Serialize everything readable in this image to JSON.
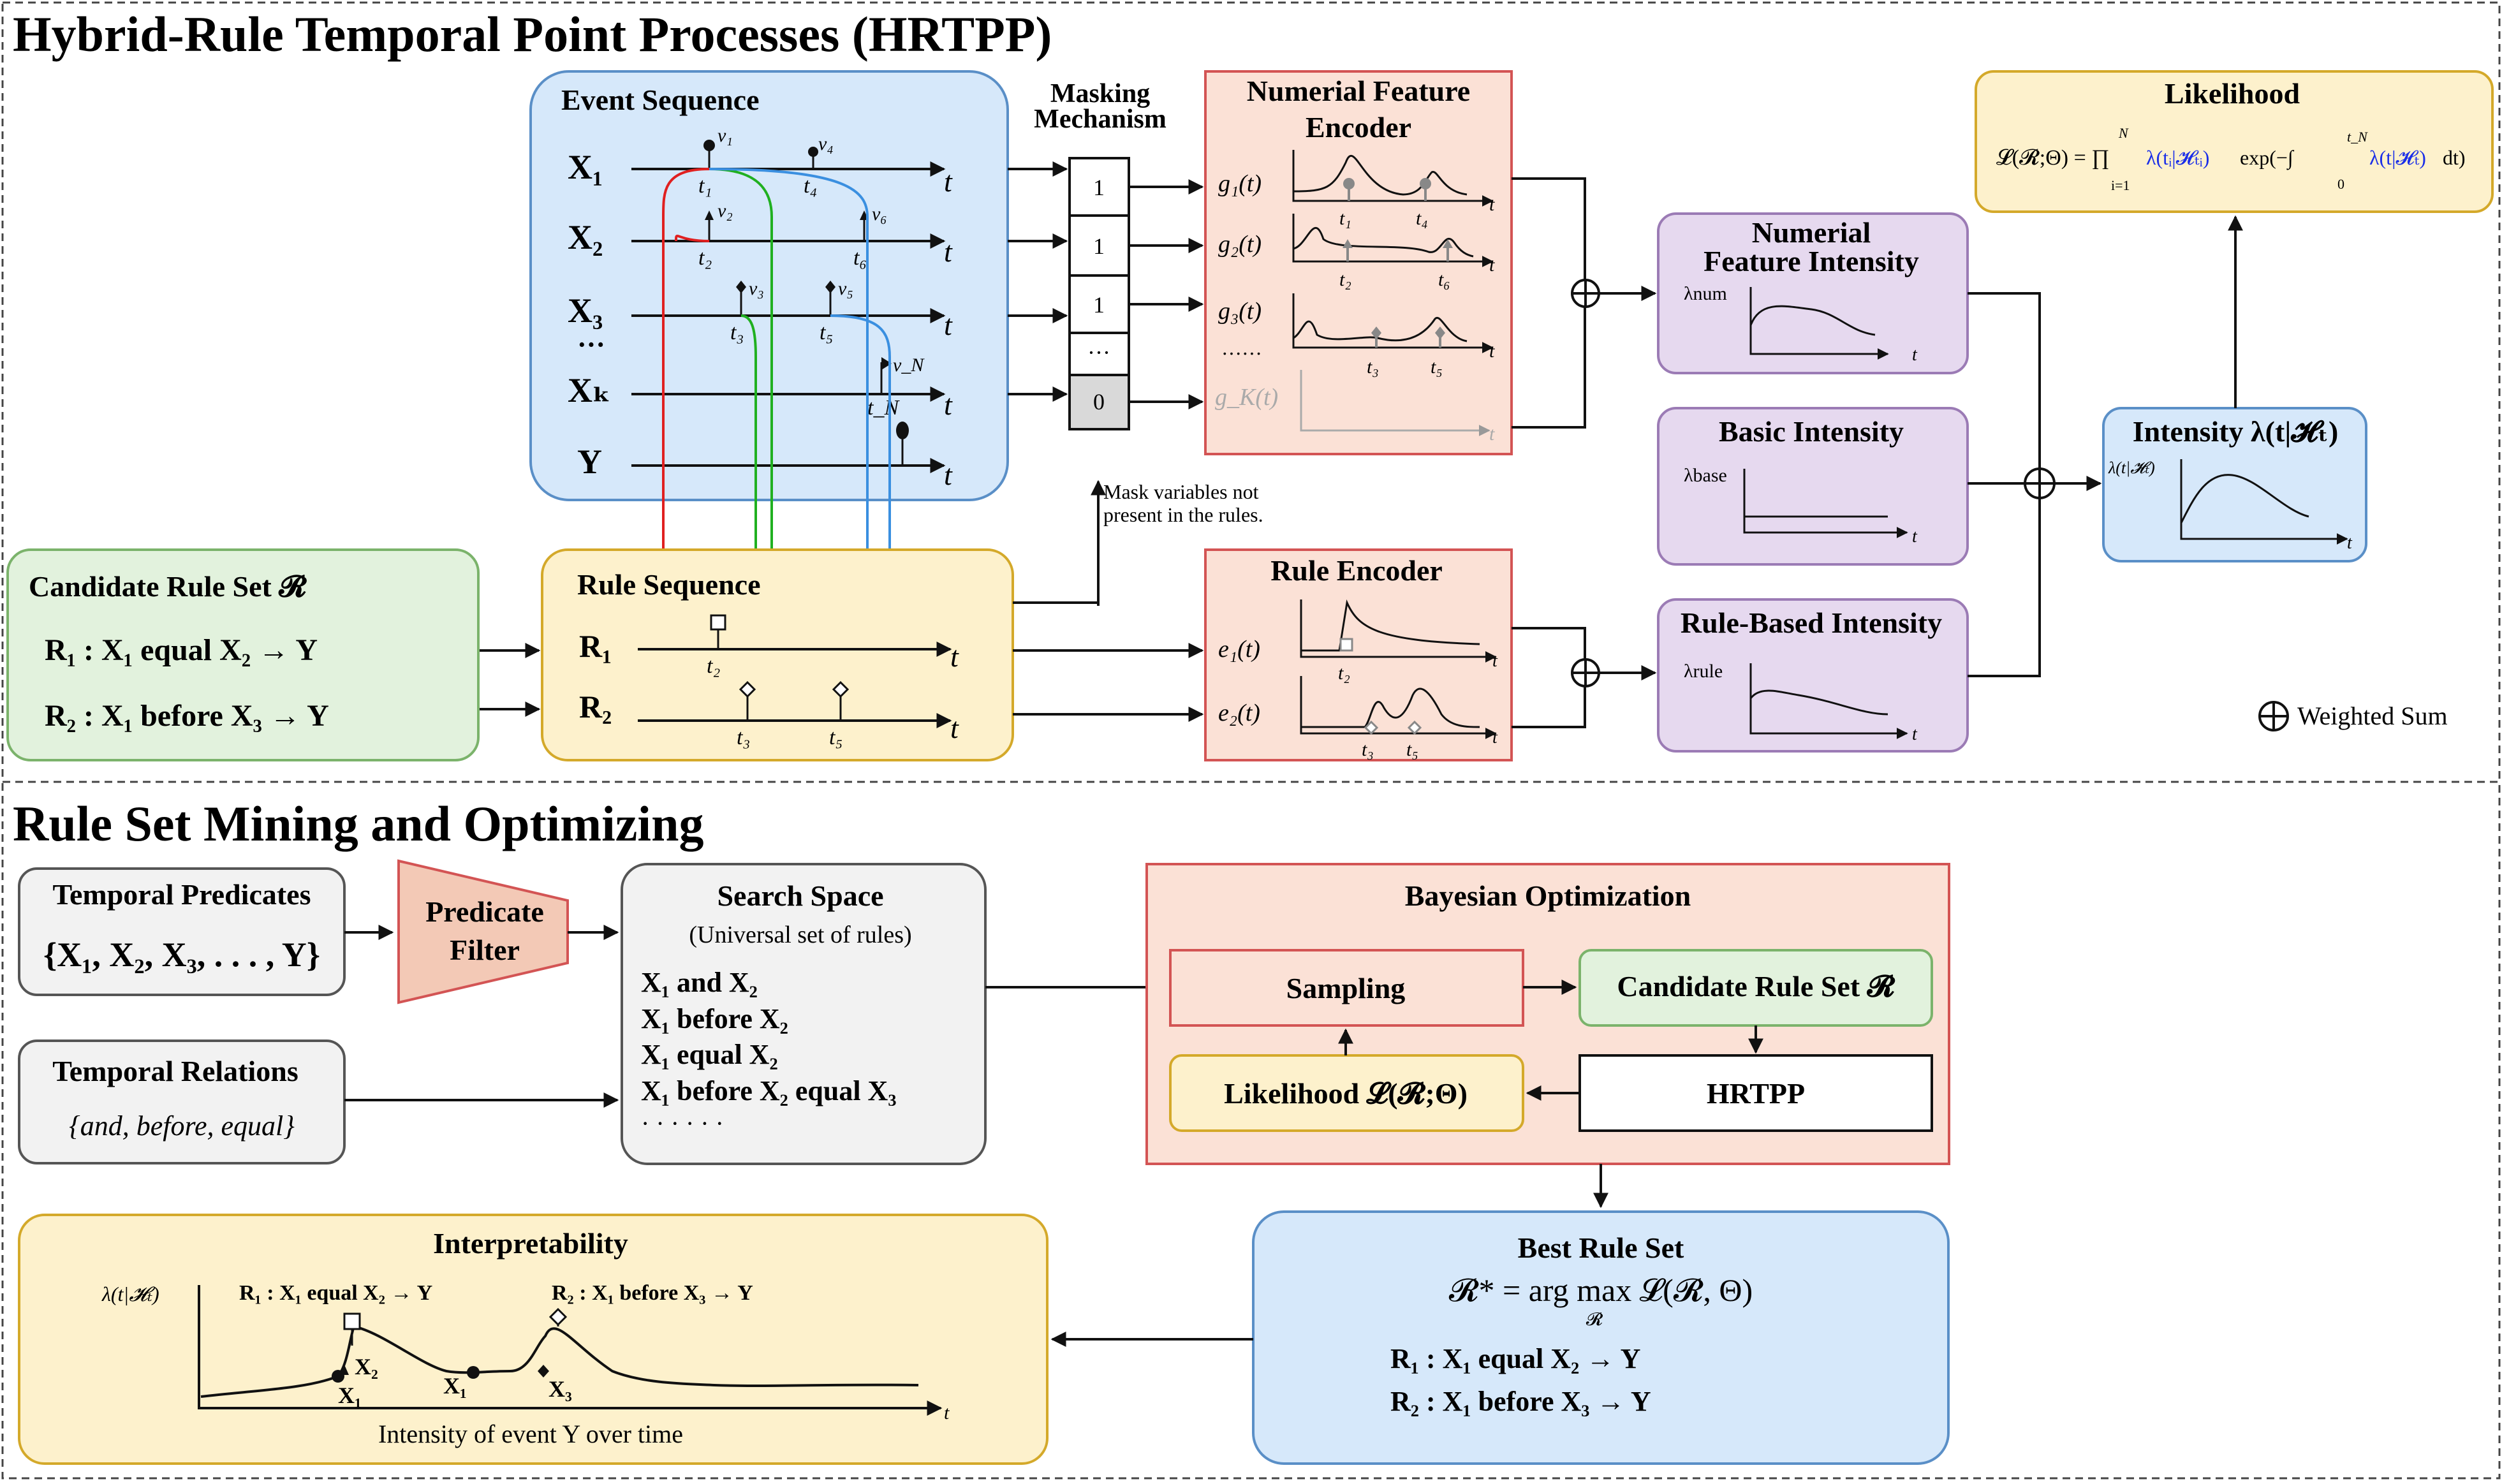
{
  "sections": {
    "top_title": "Hybrid-Rule Temporal Point Processes (HRTPP)",
    "bottom_title": "Rule Set Mining and Optimizing"
  },
  "event_sequence": {
    "title": "Event Sequence",
    "rows": [
      "X₁",
      "X₂",
      "X₃",
      "···",
      "Xₖ",
      "Y"
    ],
    "time": "t",
    "events": [
      "v₁",
      "t₁",
      "v₂",
      "t₂",
      "v₄",
      "t₄",
      "v₆",
      "t₆",
      "v₃",
      "t₃",
      "v₅",
      "t₅",
      "v_N",
      "t_N"
    ]
  },
  "masking": {
    "title_line1": "Masking",
    "title_line2": "Mechanism",
    "cells": [
      "1",
      "1",
      "1",
      "···",
      "0"
    ],
    "note_line1": "Mask variables not",
    "note_line2": "present in the rules."
  },
  "numerical_encoder": {
    "title_line1": "Numerial Feature",
    "title_line2": "Encoder",
    "funcs": [
      "g₁(t)",
      "g₂(t)",
      "g₃(t)",
      "······",
      "g_K(t)"
    ],
    "ticks": [
      "t₁",
      "t₄",
      "t₂",
      "t₆",
      "t₃",
      "t₅"
    ],
    "time": "t"
  },
  "rule_encoder": {
    "title": "Rule Encoder",
    "funcs": [
      "e₁(t)",
      "e₂(t)"
    ],
    "ticks": [
      "t₂",
      "t₃",
      "t₅"
    ]
  },
  "candidate_rule_set": {
    "title": "Candidate Rule Set 𝓡",
    "rule1": "R₁ : X₁ equal X₂ → Y",
    "rule2": "R₂ : X₁ before X₃ → Y"
  },
  "rule_sequence": {
    "title": "Rule Sequence",
    "rows": [
      "R₁",
      "R₂"
    ],
    "ticks": [
      "t₂",
      "t₃",
      "t₅"
    ],
    "time": "t"
  },
  "intensities": {
    "numerical": {
      "title_line1": "Numerial",
      "title_line2": "Feature Intensity",
      "label": "λnum"
    },
    "basic": {
      "title": "Basic Intensity",
      "label": "λbase"
    },
    "rule": {
      "title": "Rule-Based Intensity",
      "label": "λrule"
    },
    "total": {
      "title": "Intensity λ(t|𝓗ₜ)",
      "label": "λ(t|𝓗ₜ)"
    },
    "time": "t"
  },
  "likelihood": {
    "title": "Likelihood",
    "formula_left": "𝓛(𝓡;Θ) = ∏",
    "prod_top": "N",
    "prod_bottom": "i=1",
    "blue1": "λ(tᵢ|𝓗ₜᵢ)",
    "exp_part": "exp(−∫",
    "int_top": "t_N",
    "int_bottom": "0",
    "blue2": "λ(t|𝓗ₜ)",
    "tail": "dt)"
  },
  "weighted_sum_legend": "Weighted Sum",
  "temporal_predicates": {
    "title": "Temporal Predicates",
    "value": "{X₁, X₂, X₃, . . . , Y}"
  },
  "predicate_filter": {
    "line1": "Predicate",
    "line2": "Filter"
  },
  "temporal_relations": {
    "title": "Temporal Relations",
    "value": "{and,  before,  equal}"
  },
  "search_space": {
    "title": "Search Space",
    "subtitle": "(Universal set of rules)",
    "items": [
      "X₁  and  X₂",
      "X₁  before  X₂",
      "X₁  equal  X₂",
      "X₁  before  X₂  equal  X₃",
      "· · · · · ·"
    ]
  },
  "bayesian": {
    "title": "Bayesian Optimization",
    "sampling": "Sampling",
    "candidate": "Candidate Rule Set 𝓡",
    "hrtpp": "HRTPP",
    "likelihood": "Likelihood 𝓛(𝓡;Θ)"
  },
  "best_rule_set": {
    "title": "Best Rule Set",
    "formula": "𝓡* = arg max 𝓛(𝓡, Θ)",
    "formula_sub": "𝓡",
    "rule1": "R₁ : X₁ equal X₂ → Y",
    "rule2": "R₂ : X₁ before X₃ → Y"
  },
  "interpretability": {
    "title": "Interpretability",
    "ylabel": "λ(t|𝓗ₜ)",
    "r1": "R₁ : X₁ equal X₂ → Y",
    "r2": "R₂ : X₁ before X₃ → Y",
    "labels": [
      "X₂",
      "X₁",
      "X₁",
      "X₃"
    ],
    "caption": "Intensity of event Y over time",
    "time": "t"
  },
  "colors": {
    "blue_fill": "#d6e8fa",
    "blue_stroke": "#5a8fc7",
    "yellow_fill": "#fdf1cc",
    "yellow_stroke": "#d4a92a",
    "red_fill": "#fbe1d6",
    "red_stroke": "#d35454",
    "green_fill": "#e2f2dd",
    "green_stroke": "#7bb36b",
    "purple_fill": "#e6d9ef",
    "purple_stroke": "#9b7bb5",
    "gray_fill": "#f2f2f2",
    "gray_stroke": "#555555"
  }
}
